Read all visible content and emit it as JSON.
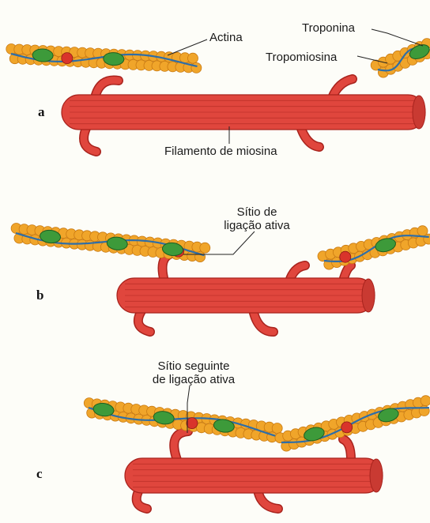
{
  "panel_a": {
    "letter": "a",
    "actin_label": "Actina",
    "troponin_label": "Troponina",
    "tropomyosin_label": "Tropomiosina",
    "myosin_label": "Filamento de miosina"
  },
  "panel_b": {
    "letter": "b",
    "site_label_line1": "Sítio de",
    "site_label_line2": "ligação ativa"
  },
  "panel_c": {
    "letter": "c",
    "site_label_line1": "Sítio seguinte",
    "site_label_line2": "de ligação ativa"
  },
  "colors": {
    "actin_bead": "#f0a52a",
    "actin_bead_edge": "#c97a12",
    "troponin": "#3d9a3a",
    "tropomyosin": "#2e6ea8",
    "binding_site": "#d9342b",
    "myosin": "#e0463d",
    "myosin_dark": "#a8231d",
    "background": "#fdfdf8"
  }
}
